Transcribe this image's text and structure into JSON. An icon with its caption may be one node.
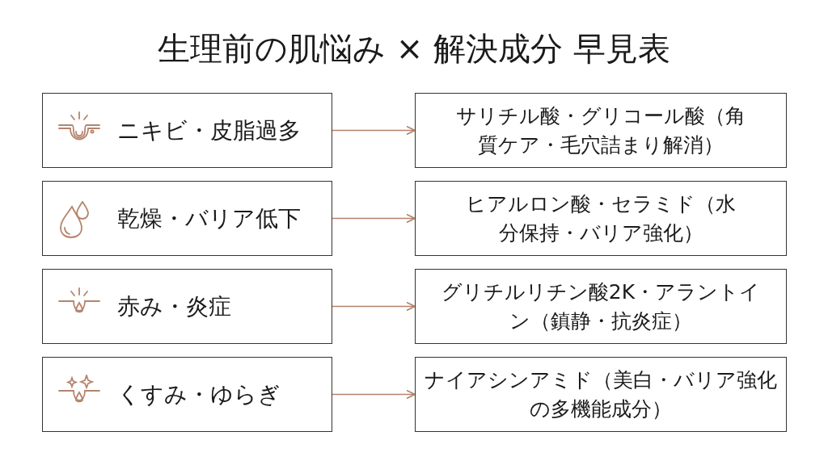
{
  "diagram": {
    "title": "生理前の肌悩み × 解決成分 早見表",
    "nodes": [
      {
        "text": [
          "ニキビ・皮脂過多"
        ]
      },
      {
        "text": [
          "サリチル酸・グリコール酸（角質ケア・毛穴詰まり解消）"
        ]
      },
      {
        "text": [
          "乾燥・バリア低下"
        ]
      },
      {
        "text": [
          "ヒアルロン酸・セラミド（水分保持・バリア強化）"
        ]
      },
      {
        "text": [
          "赤み・炎症"
        ]
      },
      {
        "text": [
          "グリチルリチン酸2K・アラントイン（鎮静・抗炎症）"
        ]
      },
      {
        "text": [
          "くすみ・ゆらぎ"
        ]
      },
      {
        "text": [
          "ナイアシンアミド（美白・バリア強化の多機能成分）"
        ]
      }
    ],
    "edges": [
      {
        "from": 0,
        "to": 1,
        "arrow": "to"
      },
      {
        "from": 2,
        "to": 3,
        "arrow": "to"
      },
      {
        "from": 4,
        "to": 5,
        "arrow": "to"
      },
      {
        "from": 6,
        "to": 7,
        "arrow": "to"
      }
    ]
  }
}
